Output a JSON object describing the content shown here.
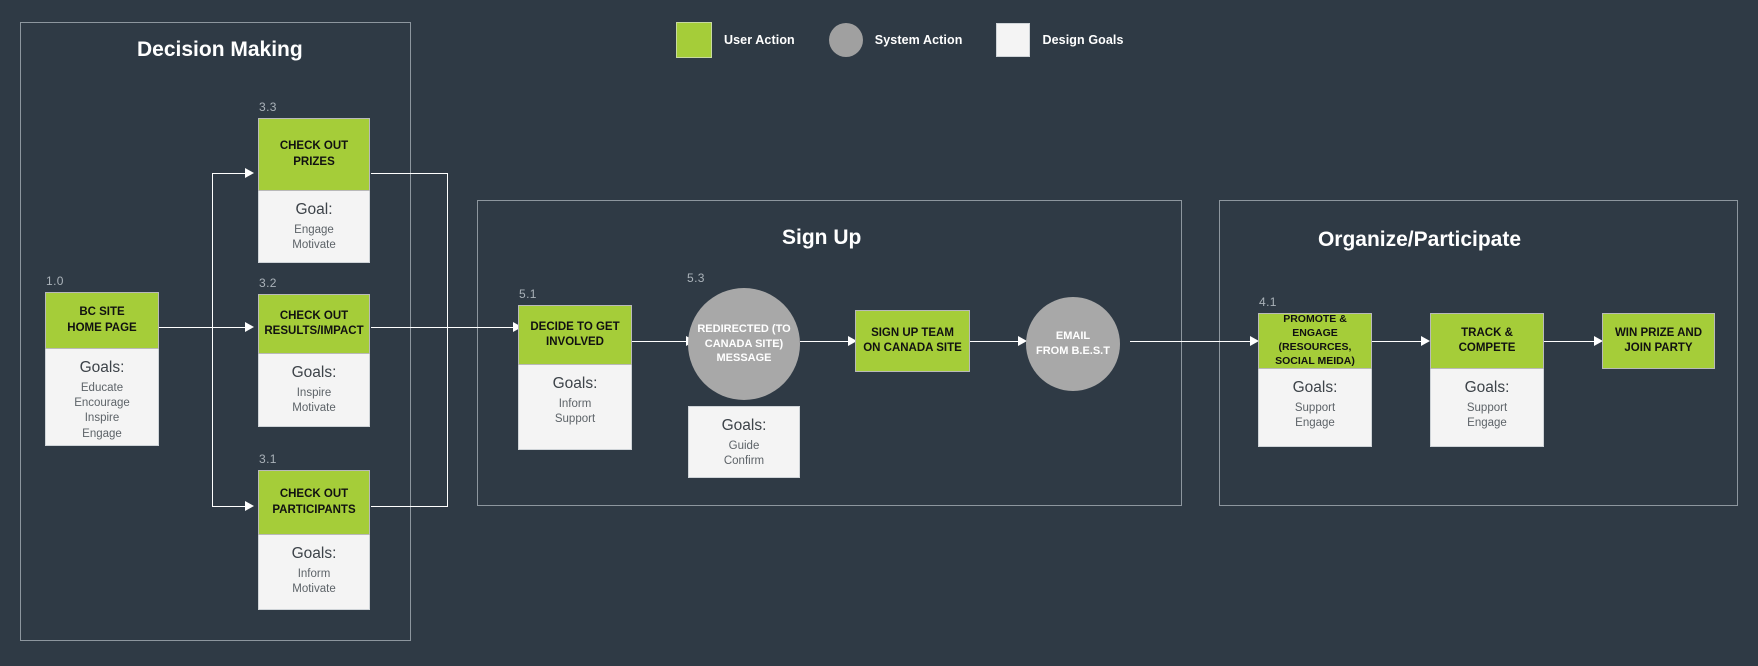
{
  "legend": {
    "items": [
      {
        "label": "User Action",
        "shape": "square",
        "color": "#a5cd39",
        "name": "user-action"
      },
      {
        "label": "System Action",
        "shape": "circle",
        "color": "#a0a0a0",
        "name": "system-action"
      },
      {
        "label": "Design Goals",
        "shape": "square",
        "color": "#f4f4f4",
        "name": "design-goals"
      }
    ]
  },
  "clusters": [
    {
      "id": "decision-making",
      "title": "Decision Making"
    },
    {
      "id": "sign-up",
      "title": "Sign Up"
    },
    {
      "id": "organize-participate",
      "title": "Organize/Participate"
    }
  ],
  "nodes": {
    "home": {
      "number": "1.0",
      "title_line1": "BC SITE",
      "title_line2": "HOME PAGE",
      "goals_title": "Goals:",
      "goals": [
        "Educate",
        "Encourage",
        "Inspire",
        "Engage"
      ],
      "type": "user-action"
    },
    "prizes": {
      "number": "3.3",
      "title_line1": "CHECK OUT",
      "title_line2": "PRIZES",
      "goals_title": "Goal:",
      "goals": [
        "Engage",
        "Motivate"
      ],
      "type": "user-action"
    },
    "results": {
      "number": "3.2",
      "title_line1": "CHECK OUT",
      "title_line2": "RESULTS/IMPACT",
      "goals_title": "Goals:",
      "goals": [
        "Inspire",
        "Motivate"
      ],
      "type": "user-action"
    },
    "participants": {
      "number": "3.1",
      "title_line1": "CHECK OUT",
      "title_line2": "PARTICIPANTS",
      "goals_title": "Goals:",
      "goals": [
        "Inform",
        "Motivate"
      ],
      "type": "user-action"
    },
    "decide": {
      "number": "5.1",
      "title_line1": "DECIDE TO  GET",
      "title_line2": "INVOLVED",
      "goals_title": "Goals:",
      "goals": [
        "Inform",
        "Support"
      ],
      "type": "user-action"
    },
    "redirected": {
      "number": "5.3",
      "title_line1": "REDIRECTED (TO",
      "title_line2": "CANADA SITE)",
      "title_line3": "MESSAGE",
      "goals_title": "Goals:",
      "goals": [
        "Guide",
        "Confirm"
      ],
      "type": "system-action"
    },
    "signup": {
      "number": "",
      "title_line1": "SIGN UP TEAM",
      "title_line2": "ON CANADA SITE",
      "type": "user-action"
    },
    "email": {
      "number": "",
      "title_line1": "EMAIL",
      "title_line2": "FROM B.E.S.T",
      "type": "system-action"
    },
    "promote": {
      "number": "4.1",
      "title_line1": "PROMOTE & ENGAGE",
      "title_line2": "(RESOURCES,",
      "title_line3": "SOCIAL MEIDA)",
      "goals_title": "Goals:",
      "goals": [
        "Support",
        "Engage"
      ],
      "type": "user-action"
    },
    "track": {
      "number": "",
      "title_line1": "TRACK & COMPETE",
      "goals_title": "Goals:",
      "goals": [
        "Support",
        "Engage"
      ],
      "type": "user-action"
    },
    "win": {
      "number": "",
      "title_line1": "WIN PRIZE AND",
      "title_line2": "JOIN PARTY",
      "type": "user-action"
    }
  },
  "colors": {
    "background": "#2f3a45",
    "user_action": "#a5cd39",
    "system_action": "#a0a0a0",
    "goals_panel": "#f4f4f4",
    "connector": "#ffffff",
    "cluster_border": "#8d969e"
  }
}
